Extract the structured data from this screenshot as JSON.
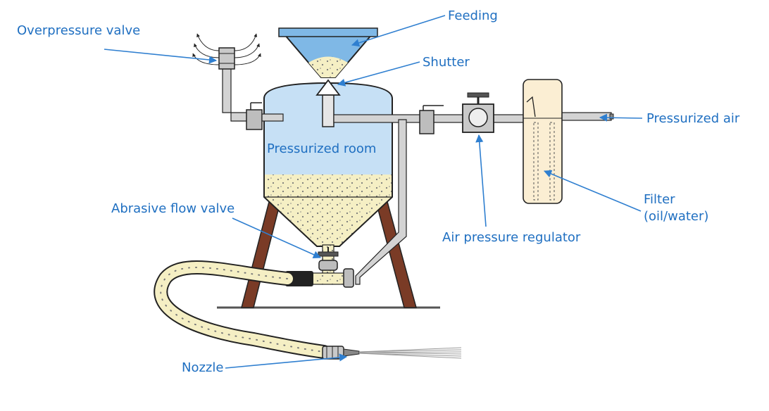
{
  "labels": {
    "overpressure_valve": "Overpressure valve",
    "feeding": "Feeding",
    "shutter": "Shutter",
    "pressurized_air": "Pressurized air",
    "pressurized_room": "Pressurized room",
    "abrasive_flow_valve": "Abrasive flow valve",
    "air_pressure_regulator": "Air pressure regulator",
    "filter_line1": "Filter",
    "filter_line2": "(oil/water)",
    "nozzle": "Nozzle"
  },
  "colors": {
    "label_text": "#1f6fc1",
    "leader_arrow": "#2f7fd0",
    "air_blue": "#c6e0f5",
    "hopper_blue": "#7fb8e6",
    "abrasive_fill": "#f5efc4",
    "filter_fill": "#fbeed3",
    "pipe_gray": "#d3d3d3",
    "stand_brown": "#7a3b26",
    "outline": "#222222"
  }
}
